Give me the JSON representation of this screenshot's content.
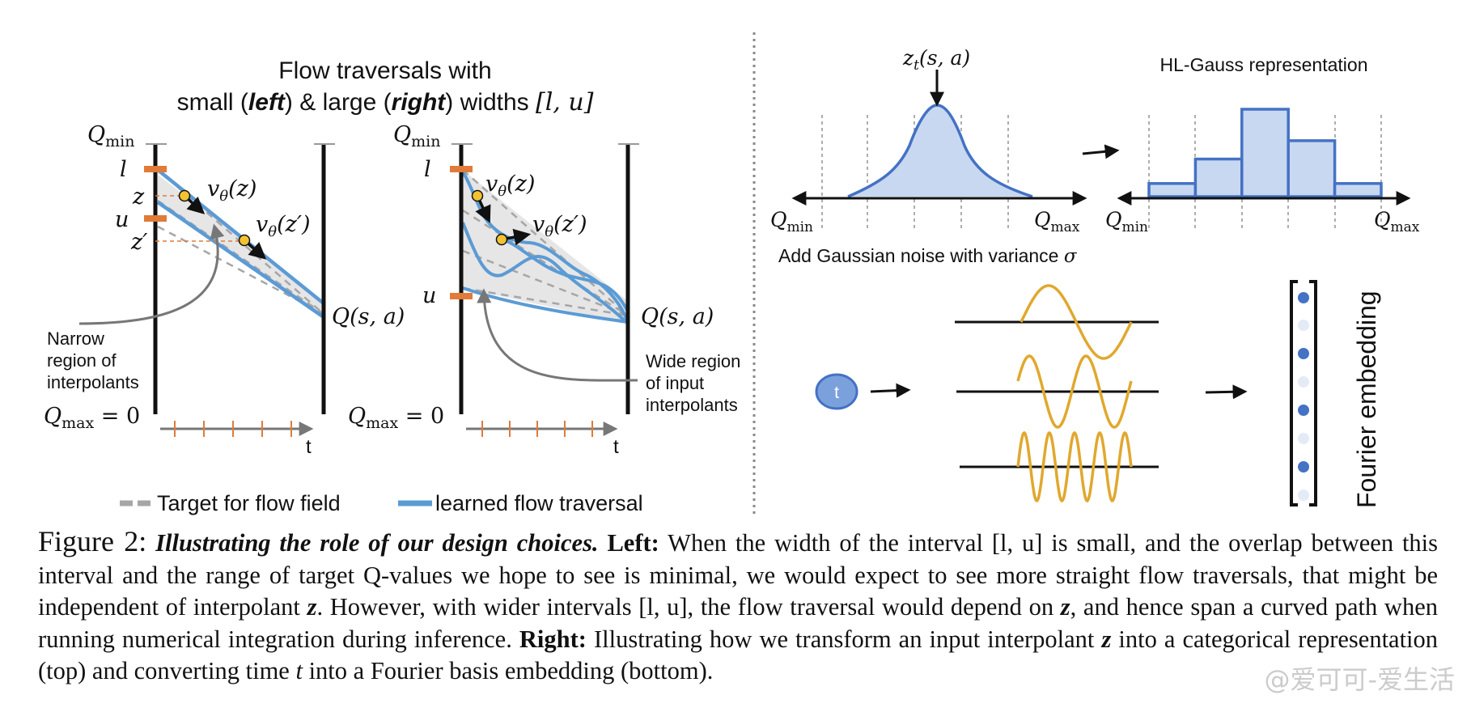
{
  "left_panel": {
    "title_line1": "Flow traversals with",
    "title_small": "small (",
    "title_left": "left",
    "title_mid": ") & large (",
    "title_right": "right",
    "title_end": ") widths ",
    "title_interval": "[l, u]",
    "q_min": "Q",
    "q_min_sub": "min",
    "q_max_eq": "Q",
    "q_max_sub": "max",
    "q_max_val": " = 0",
    "label_l": "l",
    "label_u": "u",
    "label_z": "z",
    "label_zp": "z′",
    "v_z": "v",
    "v_theta": "θ",
    "v_arg_z": "(z)",
    "v_arg_zp": "(z′)",
    "q_sa": "Q(s, a)",
    "narrow_note": [
      "Narrow",
      "region of",
      "interpolants"
    ],
    "wide_note": [
      "Wide region",
      "of input",
      "interpolants"
    ],
    "t_label": "t",
    "legend_target": "Target for flow field",
    "legend_learned": "learned flow traversal"
  },
  "right_panel": {
    "zt_label": "z",
    "zt_sub": "t",
    "zt_args": "(s, a)",
    "hl_gauss_title": "HL-Gauss representation",
    "q_min": "Q",
    "q_max": "Q",
    "sub_min": "min",
    "sub_max": "max",
    "noise_note": "Add Gaussian noise with variance ",
    "noise_sigma": "σ",
    "t_node": "t",
    "fourier_label": "Fourier embedding",
    "hist_values": [
      0.15,
      0.43,
      1.0,
      0.64,
      0.15
    ]
  },
  "colors": {
    "blue": "#5b9bd5",
    "dark_blue": "#4472c4",
    "orange": "#e07b39",
    "gold": "#e0a82e",
    "gray": "#a6a6a6",
    "fill_blue": "#c9d8f1"
  },
  "caption": {
    "fig_label": "Figure 2:",
    "fig_title": "Illustrating the role of our design choices.",
    "left_label": "Left:",
    "text1": "When the width of the interval [l, u] is small, and the overlap between this interval and the range of target Q-values we hope to see is minimal, we would expect to see more straight flow traversals, that might be independent of interpolant ",
    "z1": "z",
    "text2": ". However, with wider intervals [l, u], the flow traversal would depend on ",
    "z2": "z",
    "text3": ", and hence span a curved path when running numerical integration during inference. ",
    "right_label": "Right:",
    "text4": "Illustrating how we transform an input interpolant ",
    "z3": "z",
    "text5": "into a categorical representation (top) and converting time ",
    "t1": "t",
    "text6": " into a Fourier basis embedding (bottom)."
  },
  "watermark": "@爱可可-爱生活"
}
